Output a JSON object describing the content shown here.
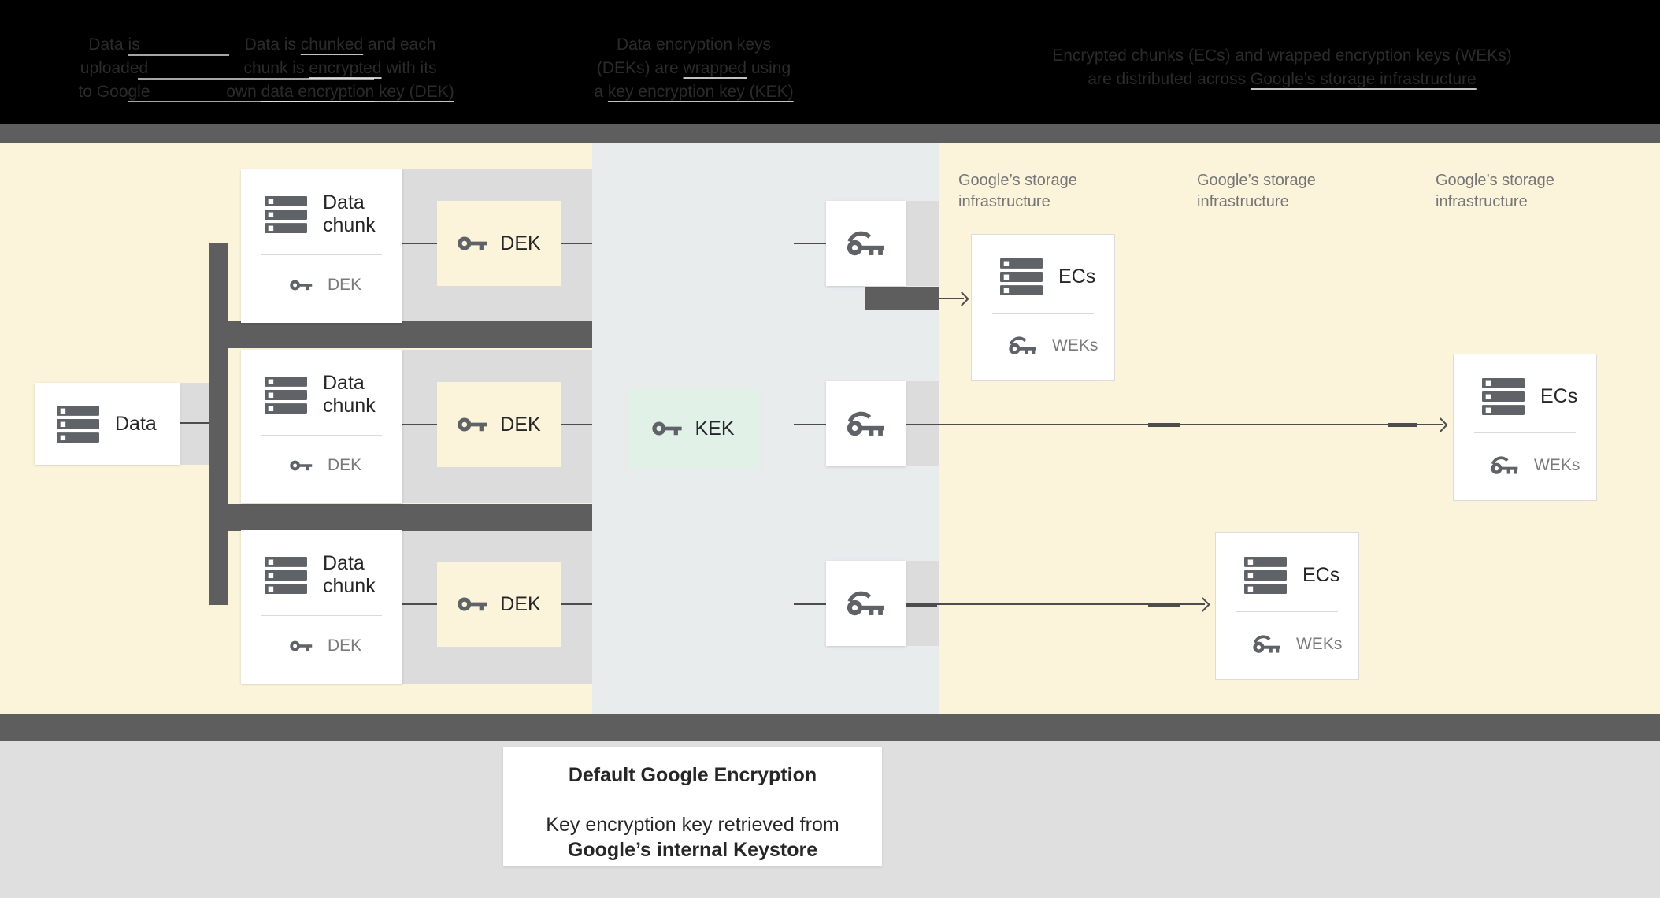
{
  "header": {
    "col1": {
      "l1": "Data is",
      "l2": "uploaded",
      "l3": "to Google"
    },
    "col2": {
      "l1a": "Data is ",
      "l1b": "chunked",
      "l1c": " and each",
      "l2a": "chunk is ",
      "l2b": "encrypted",
      "l2c": " with its",
      "l3a": "own ",
      "l3b": "data encryption key (DEK)"
    },
    "col3": {
      "l1": "Data encryption keys",
      "l2a": "(DEKs) are ",
      "l2b": "wrapped",
      "l2c": " using",
      "l3a": "a ",
      "l3b": "key encryption key (KEK)"
    },
    "col4": {
      "l1": "Encrypted chunks (ECs) and wrapped encryption keys (WEKs)",
      "l2a": "are distributed across ",
      "l2b": "Google’s storage infrastructure"
    }
  },
  "diagram": {
    "data_label": "Data",
    "chunk_label": "Data chunk",
    "dek_label": "DEK",
    "kek_label": "KEK",
    "ecs_label": "ECs",
    "weks_label": "WEKs",
    "storage_l1": "Google’s storage",
    "storage_l2": "infrastructure"
  },
  "caption": {
    "title": "Default Google Encryption",
    "line1": "Key encryption key retrieved from",
    "line2": "Google’s internal Keystore"
  },
  "colors": {
    "header_bg": "#000000",
    "header_text": "#2b2b2b",
    "separator_bar": "#5e5e5e",
    "cream_panel": "#fbf3da",
    "kek_column": "#e8eced",
    "gray_band": "#dcdcdc",
    "kek_box_fill": "#e2f1e8",
    "icon_gray": "#5f6368",
    "muted_text": "#757575",
    "footer_bg": "#dfdfdf",
    "connector": "#4d4d4d"
  }
}
